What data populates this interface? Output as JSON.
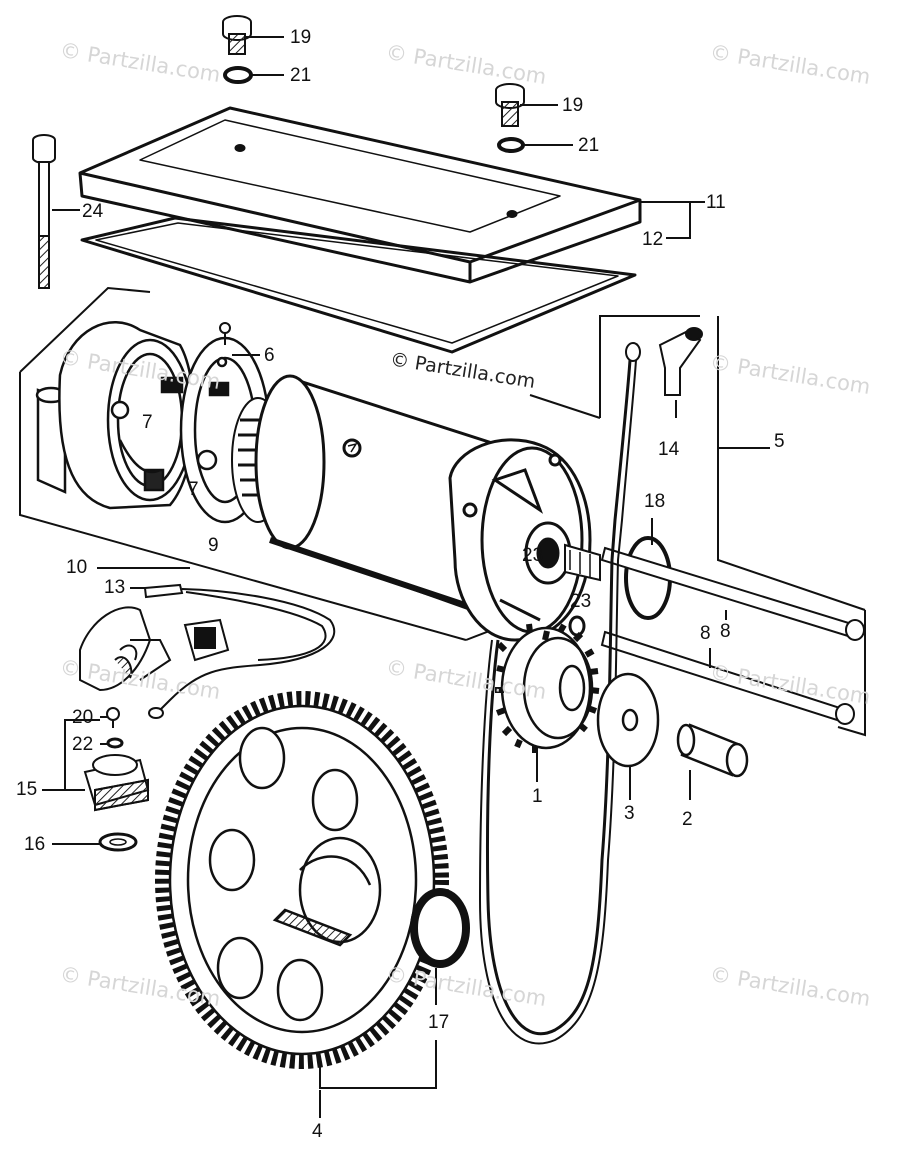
{
  "watermark": {
    "text": "© Partzilla.com",
    "center_text": "© Partzilla.com"
  },
  "callouts": [
    {
      "id": "c19a",
      "text": "19"
    },
    {
      "id": "c21a",
      "text": "21"
    },
    {
      "id": "c19b",
      "text": "19"
    },
    {
      "id": "c21b",
      "text": "21"
    },
    {
      "id": "c24",
      "text": "24"
    },
    {
      "id": "c11",
      "text": "11"
    },
    {
      "id": "c12",
      "text": "12"
    },
    {
      "id": "c6",
      "text": "6"
    },
    {
      "id": "c7a",
      "text": "7"
    },
    {
      "id": "c7b",
      "text": "7"
    },
    {
      "id": "c9",
      "text": "9"
    },
    {
      "id": "c14",
      "text": "14"
    },
    {
      "id": "c5",
      "text": "5"
    },
    {
      "id": "c18",
      "text": "18"
    },
    {
      "id": "c23a",
      "text": "23"
    },
    {
      "id": "c23b",
      "text": "23"
    },
    {
      "id": "c8a",
      "text": "8"
    },
    {
      "id": "c8b",
      "text": "8"
    },
    {
      "id": "c10",
      "text": "10"
    },
    {
      "id": "c13",
      "text": "13"
    },
    {
      "id": "c20",
      "text": "20"
    },
    {
      "id": "c22",
      "text": "22"
    },
    {
      "id": "c15",
      "text": "15"
    },
    {
      "id": "c16",
      "text": "16"
    },
    {
      "id": "c1",
      "text": "1"
    },
    {
      "id": "c3",
      "text": "3"
    },
    {
      "id": "c2",
      "text": "2"
    },
    {
      "id": "c17",
      "text": "17"
    },
    {
      "id": "c4",
      "text": "4"
    }
  ]
}
